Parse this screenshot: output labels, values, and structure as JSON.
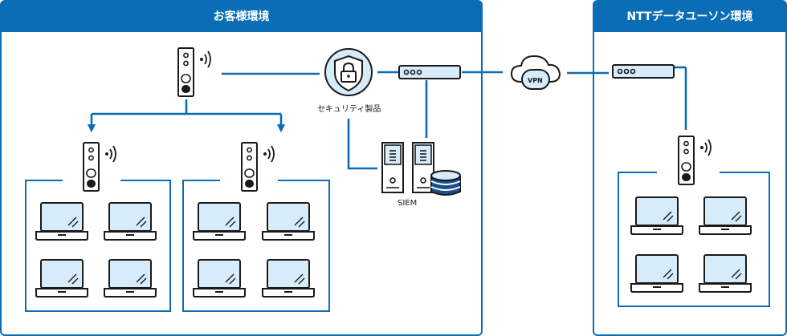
{
  "panels": {
    "customer": {
      "title": "お客様環境"
    },
    "ntt": {
      "title": "NTTデータユーソン環境"
    }
  },
  "labels": {
    "security": "セキュリティ製品",
    "siem": "SIEM",
    "vpn": "VPN"
  },
  "colors": {
    "primary": "#0b6db5",
    "light": "#d6ecfb",
    "dark": "#1a1a1a"
  }
}
